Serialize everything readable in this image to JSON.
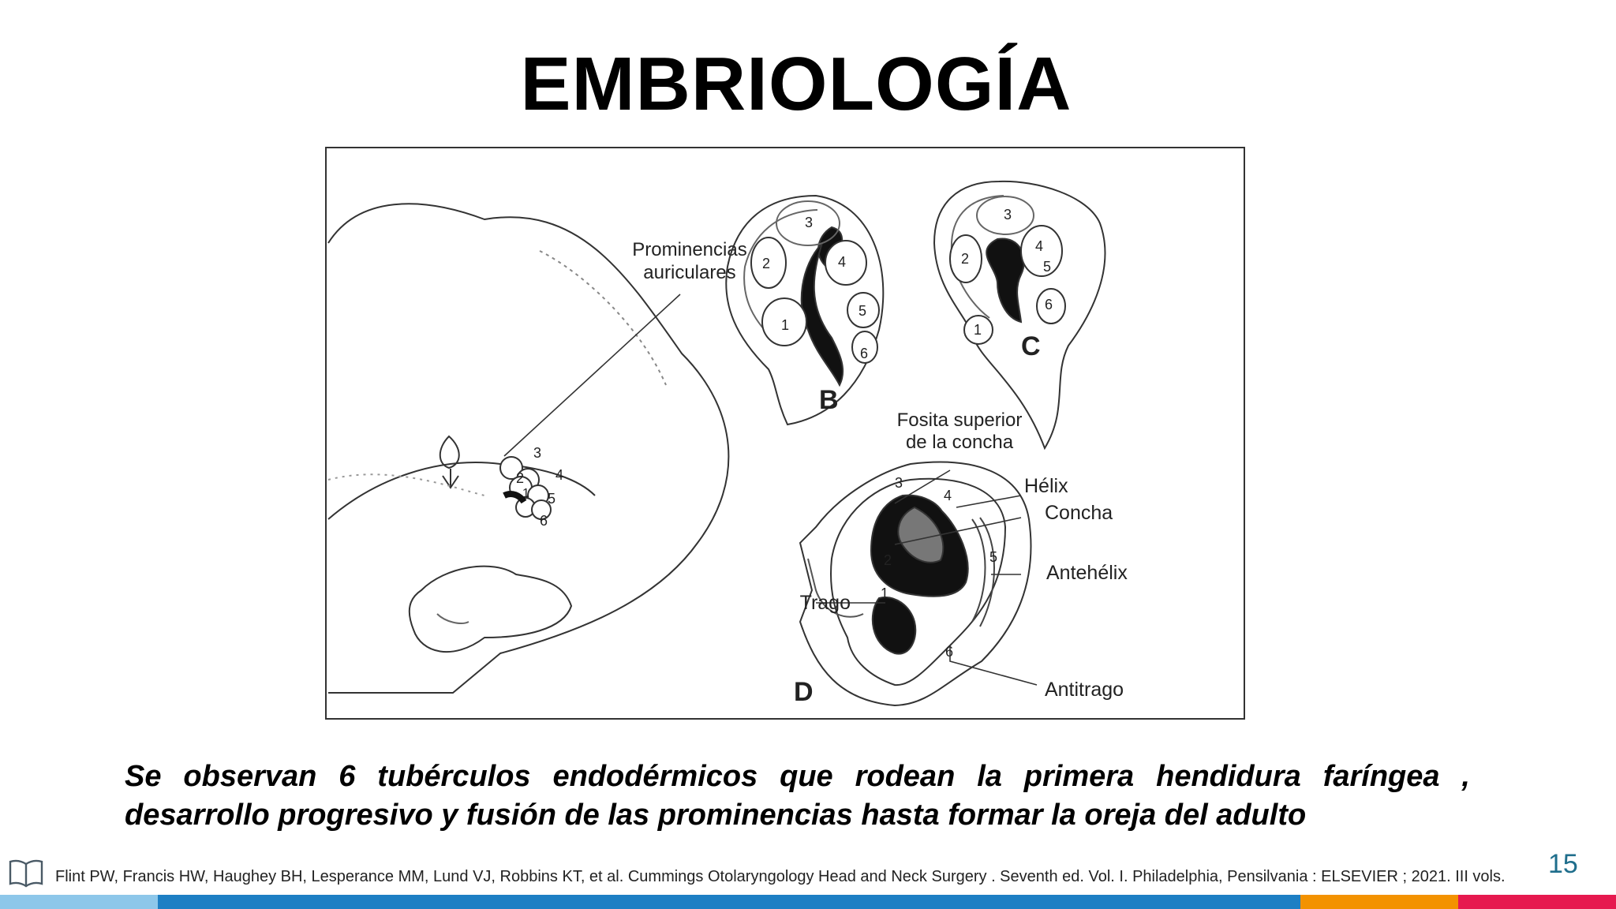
{
  "title": "EMBRIOLOGÍA",
  "figure": {
    "labels": {
      "prominencias_1": "Prominencias",
      "prominencias_2": "auriculares",
      "panel_b": "B",
      "panel_c": "C",
      "panel_d": "D",
      "fosita_1": "Fosita superior",
      "fosita_2": "de la concha",
      "helix": "Hélix",
      "concha": "Concha",
      "antehelix": "Antehélix",
      "trago": "Trago",
      "antitrago": "Antitrago",
      "n1": "1",
      "n2": "2",
      "n3": "3",
      "n4": "4",
      "n5": "5",
      "n6": "6"
    }
  },
  "caption": {
    "line1": "Se observan 6 tubérculos endodérmicos  que rodean la primera hendidura faríngea ,",
    "line2": "desarrollo progresivo y fusión de las prominencias hasta formar la oreja del adulto"
  },
  "reference": "Flint PW, Francis HW, Haughey BH, Lesperance MM, Lund VJ, Robbins KT, et al. Cummings Otolaryngology Head and Neck Surgery . Seventh ed. Vol. I. Philadelphia,  Pensilvania  : ELSEVIER ; 2021. III vols.",
  "page_number": "15",
  "icons": {
    "reference": "book-icon"
  },
  "colors": {
    "bar_light_blue": "#8dc7ea",
    "bar_blue": "#1d7fc4",
    "bar_orange": "#f39200",
    "bar_pink": "#e6194f",
    "page_number": "#1f6e8c"
  }
}
